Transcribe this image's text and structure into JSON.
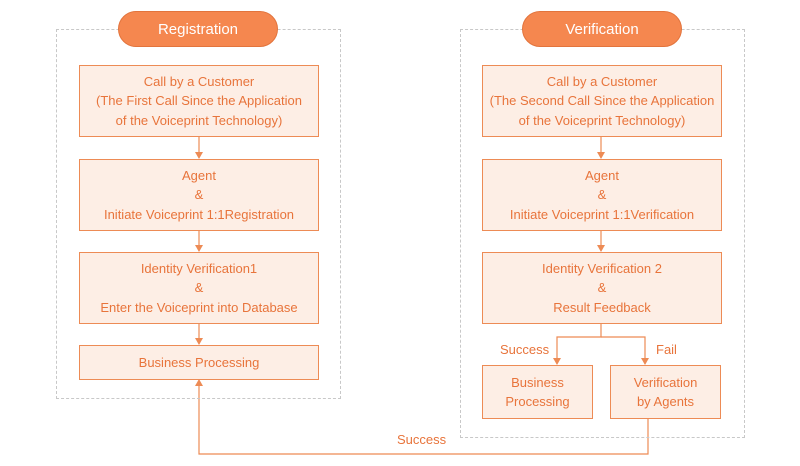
{
  "registration": {
    "title": "Registration",
    "step1": [
      "Call by a Customer",
      "(The First Call Since the Application",
      "of the Voiceprint Technology)"
    ],
    "step2": [
      "Agent",
      "&",
      "Initiate Voiceprint 1:1Registration"
    ],
    "step3": [
      "Identity Verification1",
      "&",
      "Enter the Voiceprint into Database"
    ],
    "step4": "Business Processing"
  },
  "verification": {
    "title": "Verification",
    "step1": [
      "Call by a Customer",
      "(The Second Call Since the Application",
      "of the Voiceprint Technology)"
    ],
    "step2": [
      "Agent",
      "&",
      "Initiate Voiceprint 1:1Verification"
    ],
    "step3": [
      "Identity Verification 2",
      "&",
      "Result Feedback"
    ],
    "branch_success_label": "Success",
    "branch_fail_label": "Fail",
    "success_box": [
      "Business",
      "Processing"
    ],
    "fail_box": [
      "Verification",
      "by Agents"
    ]
  },
  "return_label": "Success",
  "colors": {
    "accent": "#f5874f",
    "line": "#ed8b55",
    "box_fill": "#fdeee5",
    "text": "#e8743b"
  }
}
